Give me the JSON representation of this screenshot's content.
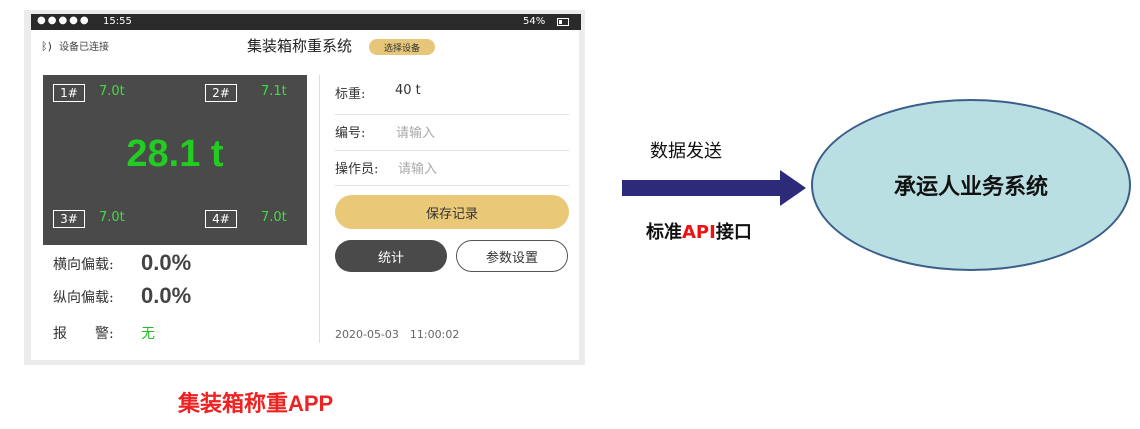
{
  "status_bar": {
    "signal_dots": "●●●●●",
    "time": "15:55",
    "battery": "54%"
  },
  "app": {
    "bluetooth_status": "设备已连接",
    "title": "集装箱称重系统",
    "select_device_button": "选择设备"
  },
  "weight_panel": {
    "sensors": [
      {
        "id": "1#",
        "value": "7.0t"
      },
      {
        "id": "2#",
        "value": "7.1t"
      },
      {
        "id": "3#",
        "value": "7.0t"
      },
      {
        "id": "4#",
        "value": "7.0t"
      }
    ],
    "total": "28.1 t"
  },
  "offsets": {
    "lateral": {
      "label": "横向偏载:",
      "value": "0.0%"
    },
    "longitudinal": {
      "label": "纵向偏载:",
      "value": "0.0%"
    },
    "alarm": {
      "label": "报　　警:",
      "value": "无"
    }
  },
  "form": {
    "tare": {
      "label": "标重:",
      "value": "40 t"
    },
    "number": {
      "label": "编号:",
      "placeholder": "请输入"
    },
    "operator": {
      "label": "操作员:",
      "placeholder": "请输入"
    }
  },
  "buttons": {
    "save": "保存记录",
    "stats": "统计",
    "settings": "参数设置"
  },
  "datetime": "2020-05-03　11:00:02",
  "caption": "集装箱称重APP",
  "diagram": {
    "send_label": "数据发送",
    "api_prefix": "标准",
    "api_highlight": "API",
    "api_suffix": "接口",
    "target_system": "承运人业务系统"
  },
  "colors": {
    "panel_dark": "#4a4a4a",
    "weight_green": "#22cc22",
    "accent_gold": "#e9c878",
    "arrow_navy": "#2e2a7a",
    "ellipse_fill": "#b9dfe3",
    "caption_red": "#ee2222"
  }
}
